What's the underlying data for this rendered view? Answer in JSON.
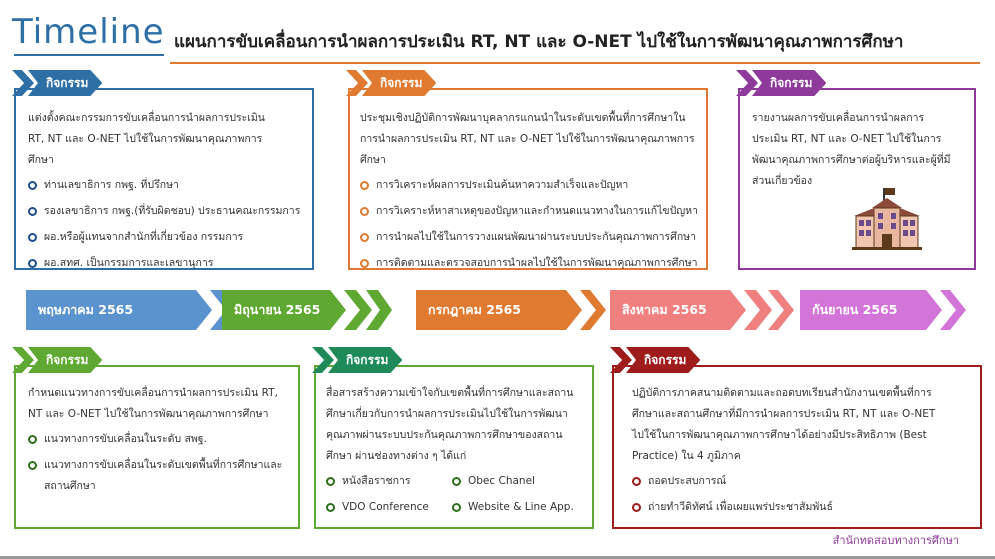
{
  "header": {
    "title": "Timeline",
    "subtitle": "แผนการขับเคลื่อนการนำผลการประเมิน RT, NT และ O-NET ไปใช้ในการพัฒนาคุณภาพการศึกษา"
  },
  "cards": [
    {
      "id": "card1",
      "tag": "กิจกรรม",
      "color": "#2e6fa6",
      "intro": "แต่งตั้งคณะกรรมการขับเคลื่อนการนำผลการประเมิน RT, NT และ O-NET ไปใช้ในการพัฒนาคุณภาพการศึกษา",
      "bullets": [
        "ท่านเลขาธิการ กพฐ. ที่ปรึกษา",
        "รองเลขาธิการ กพฐ.(ที่รับผิดชอบ) ประธานคณะกรรมการ",
        "ผอ.หรือผู้แทนจากสำนักที่เกี่ยวข้อง กรรมการ",
        "ผอ.สทศ. เป็นกรรมการและเลขานุการ"
      ]
    },
    {
      "id": "card2",
      "tag": "กิจกรรม",
      "color": "#e07a30",
      "intro": "ประชุมเชิงปฏิบัติการพัฒนาบุคลากรแกนนำในระดับเขตพื้นที่การศึกษาในการนำผลการประเมิน RT, NT และ O-NET ไปใช้ในการพัฒนาคุณภาพการศึกษา",
      "bullets": [
        "การวิเคราะห์ผลการประเมินค้นหาความสำเร็จและปัญหา",
        "การวิเคราะห์หาสาเหตุของปัญหาและกำหนดแนวทางในการแก้ไขปัญหา",
        "การนำผลไปใช้ในการวางแผนพัฒนาผ่านระบบประกันคุณภาพการศึกษา",
        "การติดตามและตรวจสอบการนำผลไปใช้ในการพัฒนาคุณภาพการศึกษา"
      ]
    },
    {
      "id": "card3",
      "tag": "กิจกรรม",
      "color": "#8e3a9a",
      "intro": "รายงานผลการขับเคลื่อนการนำผลการประเมิน RT, NT และ O-NET ไปใช้ในการพัฒนาคุณภาพการศึกษาต่อผู้บริหารและผู้ที่มีส่วนเกี่ยวข้อง",
      "bullets": []
    },
    {
      "id": "card4",
      "tag": "กิจกรรม",
      "color": "#5fa831",
      "intro": "กำหนดแนวทางการขับเคลื่อนการนำผลการประเมิน RT, NT และ O-NET ไปใช้ในการพัฒนาคุณภาพการศึกษา",
      "bullets": [
        "แนวทางการขับเคลื่อนในระดับ สพฐ.",
        "แนวทางการขับเคลื่อนในระดับเขตพื้นที่การศึกษาและสถานศึกษา"
      ]
    },
    {
      "id": "card5",
      "tag": "กิจกรรม",
      "color": "#1e8a5a",
      "intro": "สื่อสารสร้างความเข้าใจกับเขตพื้นที่การศึกษาและสถานศึกษาเกี่ยวกับการนำผลการประเมินไปใช้ในการพัฒนาคุณภาพผ่านระบบประกันคุณภาพการศึกษาของสถานศึกษา ผ่านช่องทางต่าง ๆ ได้แก่",
      "bullets": [
        "หนังสือราชการ",
        "Obec Chanel",
        "VDO Conference",
        "Website & Line App."
      ]
    },
    {
      "id": "card6",
      "tag": "กิจกรรม",
      "color": "#9e1c1c",
      "intro": "ปฏิบัติการภาคสนามติดตามและถอดบทเรียนสำนักงานเขตพื้นที่การศึกษาและสถานศึกษาที่มีการนำผลการประเมิน RT, NT และ O-NET ไปใช้ในการพัฒนาคุณภาพการศึกษาได้อย่างมีประสิทธิภาพ (Best Practice) ใน 4 ภูมิภาค",
      "bullets": [
        "ถอดประสบการณ์",
        "ถ่ายทำวีดิทัศน์ เพื่อเผยแพร่ประชาสัมพันธ์"
      ]
    }
  ],
  "months": [
    {
      "label": "พฤษภาคม 2565",
      "color": "#5b93cf"
    },
    {
      "label": "มิถุนายน 2565",
      "color": "#5fa831"
    },
    {
      "label": "กรกฎาคม 2565",
      "color": "#e07a30"
    },
    {
      "label": "สิงหาคม 2565",
      "color": "#f08080"
    },
    {
      "label": "กันยายน 2565",
      "color": "#d374d8"
    }
  ],
  "footer": "สำนักทดสอบทางการศึกษา",
  "icons": {
    "school": "school-building-icon"
  }
}
